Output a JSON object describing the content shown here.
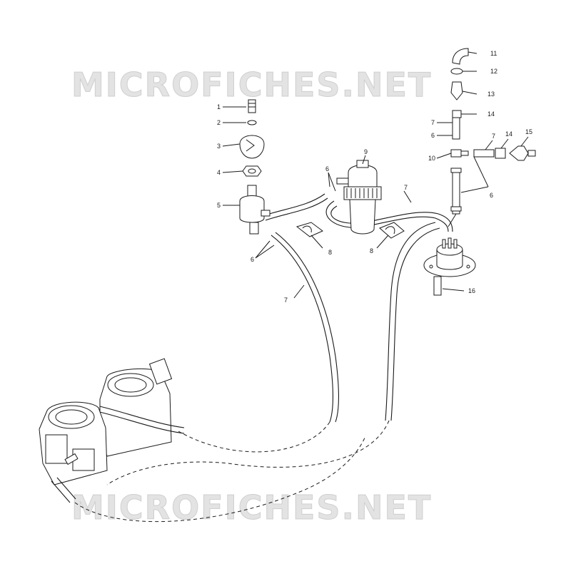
{
  "watermark": {
    "top": "MICROFICHES.NET",
    "bottom": "MICROFICHES.NET"
  },
  "callouts": [
    {
      "id": "1",
      "text": "1"
    },
    {
      "id": "2",
      "text": "2"
    },
    {
      "id": "3",
      "text": "3"
    },
    {
      "id": "4",
      "text": "4"
    },
    {
      "id": "5",
      "text": "5"
    },
    {
      "id": "6a",
      "text": "6"
    },
    {
      "id": "6b",
      "text": "6"
    },
    {
      "id": "6c",
      "text": "6"
    },
    {
      "id": "6d",
      "text": "6"
    },
    {
      "id": "7a",
      "text": "7"
    },
    {
      "id": "7b",
      "text": "7"
    },
    {
      "id": "7c",
      "text": "7"
    },
    {
      "id": "7d",
      "text": "7"
    },
    {
      "id": "8a",
      "text": "8"
    },
    {
      "id": "8b",
      "text": "8"
    },
    {
      "id": "9",
      "text": "9"
    },
    {
      "id": "10",
      "text": "10"
    },
    {
      "id": "11",
      "text": "11"
    },
    {
      "id": "12",
      "text": "12"
    },
    {
      "id": "13",
      "text": "13"
    },
    {
      "id": "14a",
      "text": "14"
    },
    {
      "id": "14b",
      "text": "14"
    },
    {
      "id": "15",
      "text": "15"
    },
    {
      "id": "16",
      "text": "16"
    }
  ]
}
